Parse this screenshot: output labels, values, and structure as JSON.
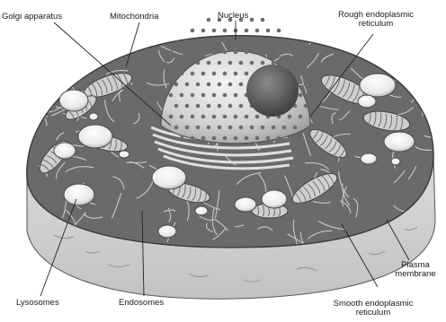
{
  "labels": {
    "golgi": "Golgi apparatus",
    "mitochondria": "Mitochondria",
    "nucleus": "Nucleus",
    "rough_er_1": "Rough endoplasmic",
    "rough_er_2": "reticulum",
    "plasma_1": "Plasma",
    "plasma_2": "membrane",
    "smooth_er_1": "Smooth endoplasmic",
    "smooth_er_2": "reticulum",
    "endosomes": "Endosomes",
    "lysosomes": "Lysosomes"
  }
}
